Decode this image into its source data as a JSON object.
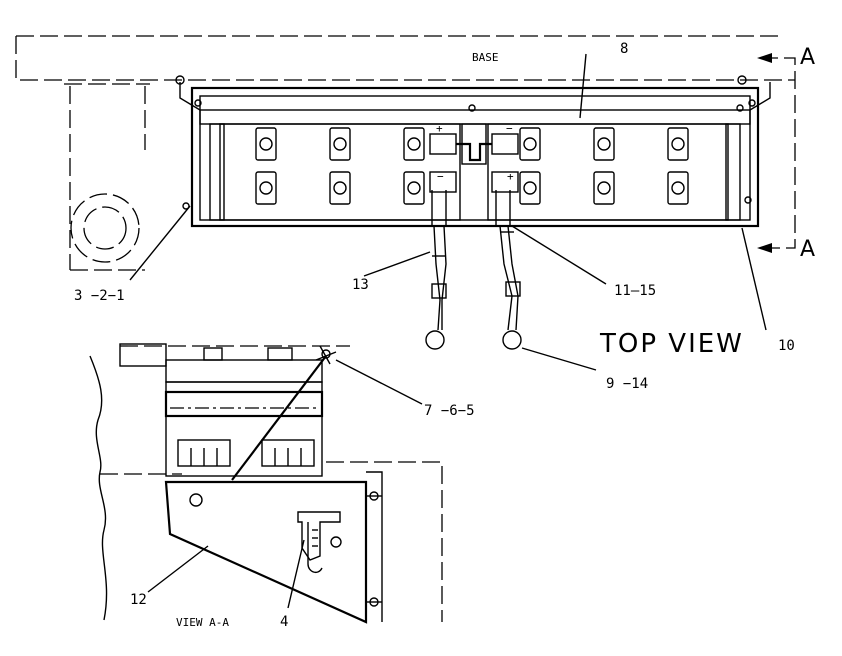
{
  "labels": {
    "base": "BASE",
    "section_letter": "A",
    "top_view": "TOP VIEW",
    "view_aa": "VIEW A-A",
    "plus": "+",
    "minus": "−"
  },
  "callouts": [
    {
      "id": "c8",
      "text": "8"
    },
    {
      "id": "c3",
      "text": "3 −2−1"
    },
    {
      "id": "c13",
      "text": "13"
    },
    {
      "id": "c11",
      "text": "11–15"
    },
    {
      "id": "c10",
      "text": "10"
    },
    {
      "id": "c9",
      "text": "9 −14"
    },
    {
      "id": "c7",
      "text": "7 −6−5"
    },
    {
      "id": "c12",
      "text": "12"
    },
    {
      "id": "c4",
      "text": "4"
    }
  ]
}
